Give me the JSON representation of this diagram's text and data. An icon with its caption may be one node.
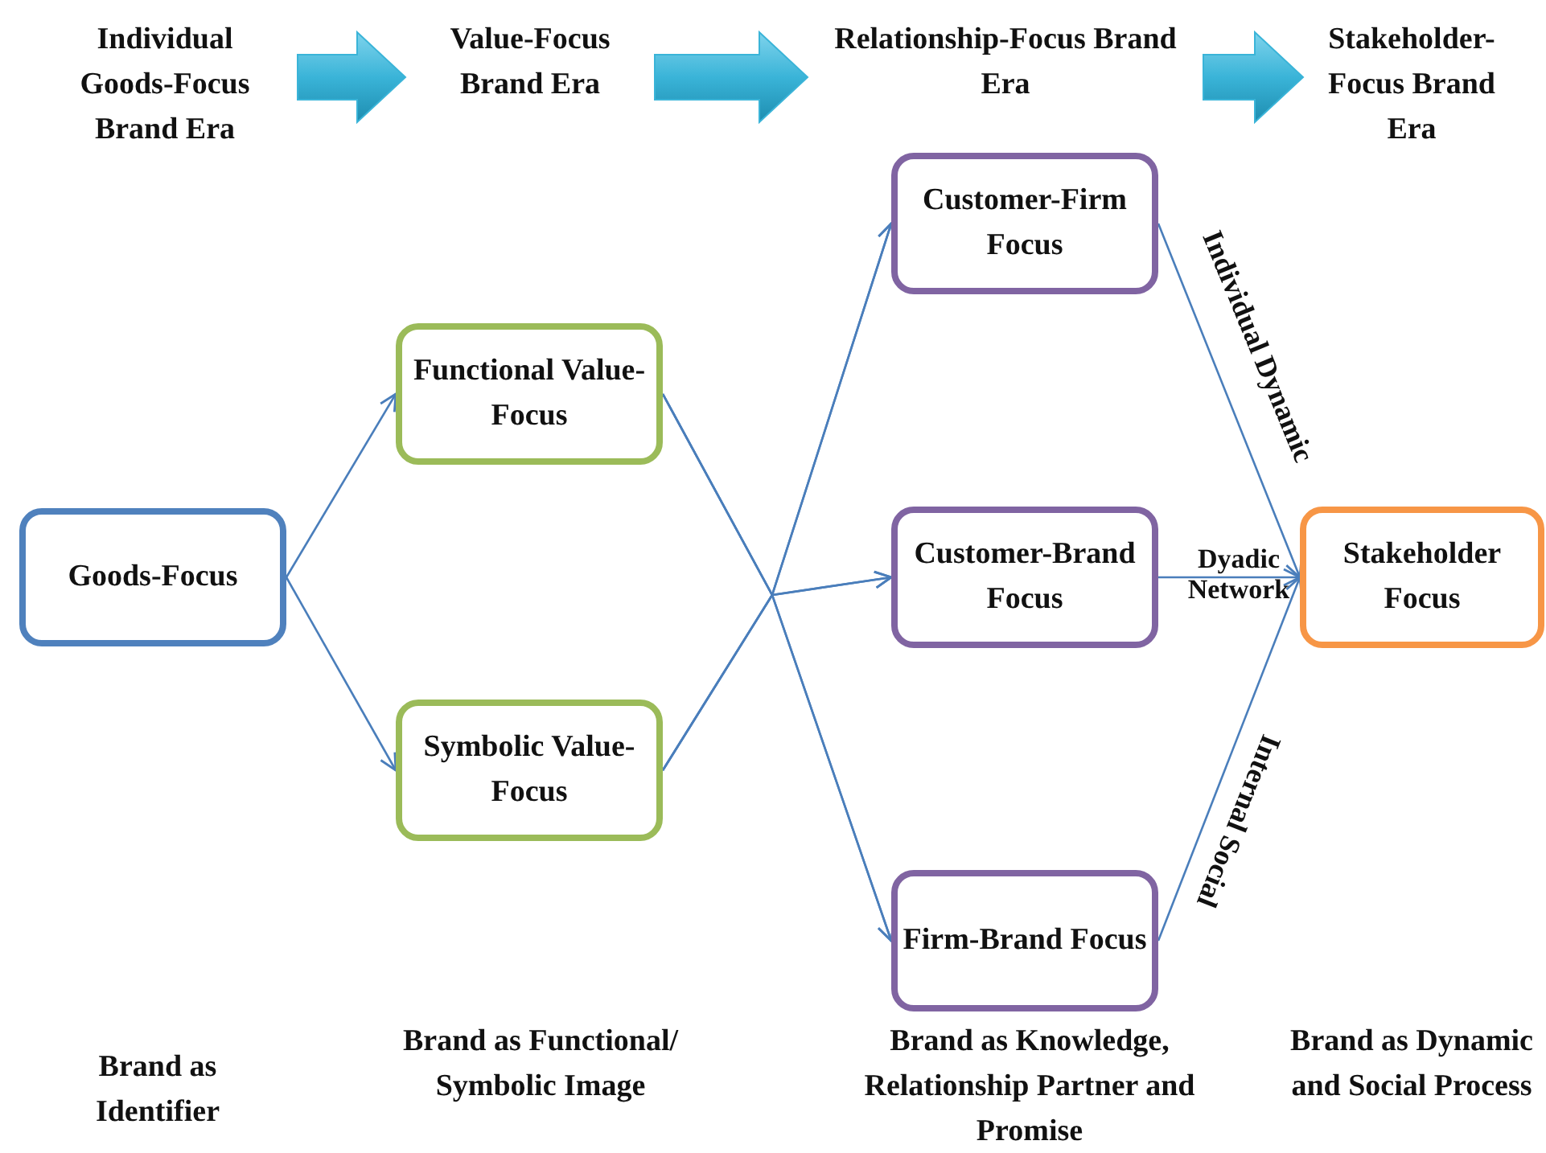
{
  "diagram": {
    "nodes": [
      {
        "text": [
          "Individual Goods-Focus Brand Era"
        ]
      },
      {
        "text": [
          "Value-Focus Brand Era"
        ]
      },
      {
        "text": [
          "Relationship-Focus Brand Era"
        ]
      },
      {
        "text": [
          "Stakeholder-Focus Brand Era"
        ]
      },
      {
        "text": [
          "Goods-Focus"
        ]
      },
      {
        "text": [
          "Functional Value-Focus"
        ]
      },
      {
        "text": [
          "Symbolic Value-Focus"
        ]
      },
      {
        "text": [
          "Customer-Firm Focus"
        ]
      },
      {
        "text": [
          "Customer-Brand Focus"
        ]
      },
      {
        "text": [
          "Firm-Brand Focus"
        ]
      },
      {
        "text": [
          "Stakeholder Focus"
        ]
      }
    ],
    "edges": [
      {
        "from": 0,
        "to": 1,
        "arrow": "to",
        "style": "thick",
        "color": "#3ab4d8"
      },
      {
        "from": 1,
        "to": 2,
        "arrow": "to",
        "style": "thick",
        "color": "#3ab4d8"
      },
      {
        "from": 2,
        "to": 3,
        "arrow": "to",
        "style": "thick",
        "color": "#3ab4d8"
      },
      {
        "from": 4,
        "to": 5,
        "arrow": "to"
      },
      {
        "from": 4,
        "to": 6,
        "arrow": "to"
      },
      {
        "from": 5,
        "to": 7,
        "arrow": "to"
      },
      {
        "from": 5,
        "to": 8,
        "arrow": "to"
      },
      {
        "from": 5,
        "to": 9,
        "arrow": "to"
      },
      {
        "from": 6,
        "to": 7,
        "arrow": "to"
      },
      {
        "from": 6,
        "to": 8,
        "arrow": "to"
      },
      {
        "from": 6,
        "to": 9,
        "arrow": "to"
      },
      {
        "from": 7,
        "to": 10,
        "label": "Individual Dynamic",
        "arrow": "to"
      },
      {
        "from": 8,
        "to": 10,
        "label": "Dyadic Network",
        "arrow": "to"
      },
      {
        "from": 9,
        "to": 10,
        "label": "Internal Social",
        "arrow": "to"
      }
    ],
    "labels": [
      "Brand as Identifier",
      "Brand as Functional/ Symbolic Image",
      "Brand as Knowledge, Relationship Partner and Promise",
      "Brand as Dynamic and Social Process"
    ]
  }
}
